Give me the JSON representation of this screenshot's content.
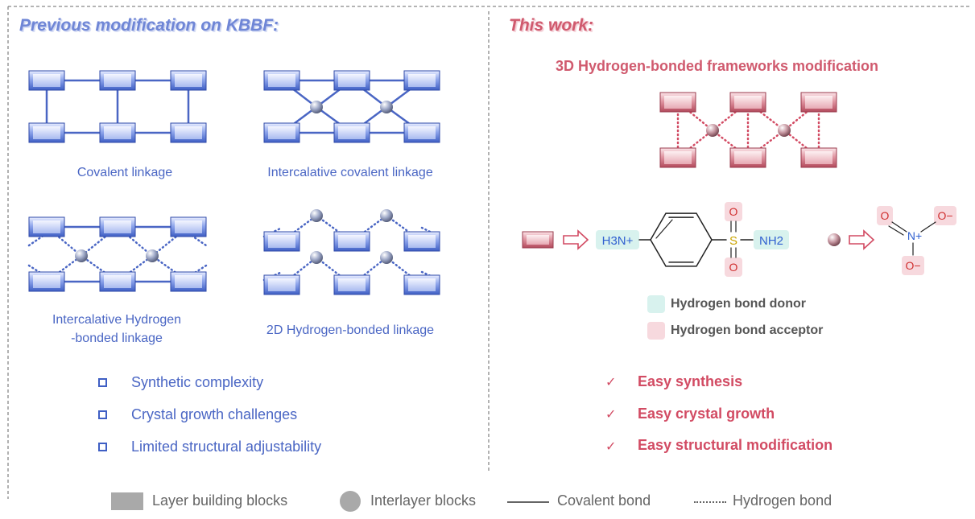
{
  "left": {
    "title": "Previous modification on KBBF:",
    "panels": [
      {
        "caption": "Covalent linkage"
      },
      {
        "caption": "Intercalative covalent linkage"
      },
      {
        "caption_line1": "Intercalative Hydrogen",
        "caption_line2": "-bonded linkage"
      },
      {
        "caption": "2D Hydrogen-bonded linkage"
      }
    ],
    "issues": [
      "Synthetic complexity",
      "Crystal growth challenges",
      "Limited structural adjustability"
    ]
  },
  "right": {
    "title": "This work:",
    "subtitle": "3D Hydrogen-bonded frameworks modification",
    "molecule": {
      "donor_group": "H3N+",
      "acceptor_o": "O",
      "sulfur": "S",
      "amide": "NH2",
      "nitrate_n": "N+",
      "nitrate_o": "O",
      "nitrate_o_minus": "O−"
    },
    "key": {
      "donor": "Hydrogen bond donor",
      "acceptor": "Hydrogen bond acceptor"
    },
    "advantages": [
      "Easy synthesis",
      "Easy crystal growth",
      "Easy structural modification"
    ],
    "check_symbol": "✓"
  },
  "legend": {
    "layer": "Layer building blocks",
    "interlayer": "Interlayer blocks",
    "covalent": "Covalent bond",
    "hydrogen": "Hydrogen bond"
  },
  "colors": {
    "blue_block": "#6f8be0",
    "blue_line": "#4a66c4",
    "pink_block": "#d9707f",
    "pink_line": "#d24b63",
    "donor_bg": "#d8f2ee",
    "acceptor_bg": "#f7d9de"
  }
}
